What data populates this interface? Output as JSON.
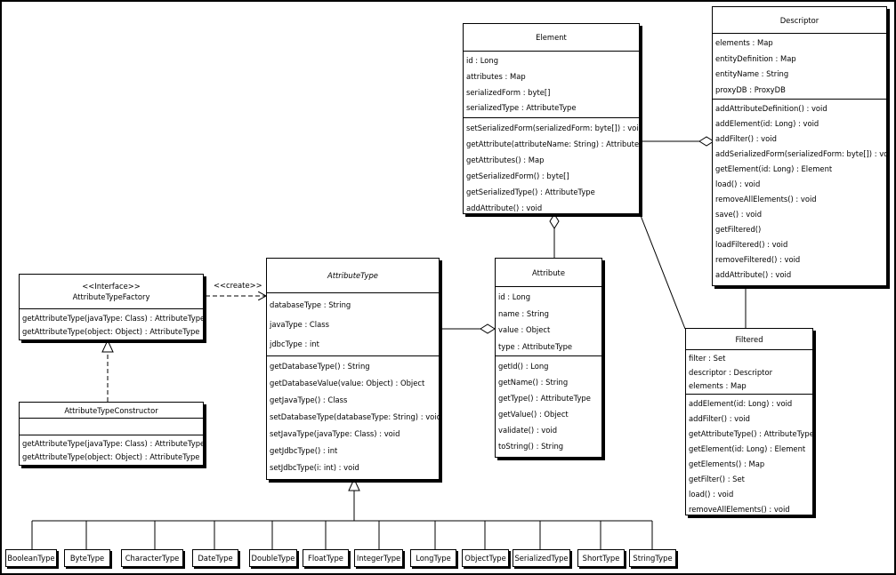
{
  "element": {
    "name": "Element",
    "attributes": [
      "id : Long",
      "attributes : Map",
      "serializedForm : byte[]",
      "serializedType : AttributeType"
    ],
    "operations": [
      "setSerializedForm(serializedForm: byte[]) : void",
      "getAttribute(attributeName: String) : Attribute",
      "getAttributes() : Map",
      "getSerializedForm() : byte[]",
      "getSerializedType() : AttributeType",
      "addAttribute() : void"
    ]
  },
  "descriptor": {
    "name": "Descriptor",
    "attributes": [
      "elements : Map",
      "entityDefinition : Map",
      "entityName : String",
      "proxyDB : ProxyDB"
    ],
    "operations": [
      "addAttributeDefinition() : void",
      "addElement(id: Long) : void",
      "addFilter() : void",
      "addSerializedForm(serializedForm: byte[]) : void",
      "getElement(id: Long) : Element",
      "load() : void",
      "removeAllElements() : void",
      "save() : void",
      "getFiltered()",
      "loadFiltered() : void",
      "removeFiltered() : void",
      "addAttribute() : void"
    ]
  },
  "attribute": {
    "name": "Attribute",
    "attributes": [
      "id : Long",
      "name : String",
      "value : Object",
      "type : AttributeType"
    ],
    "operations": [
      "getId() : Long",
      "getName() : String",
      "getType() : AttributeType",
      "getValue() : Object",
      "validate() : void",
      "toString() : String"
    ]
  },
  "attribute_type": {
    "name": "AttributeType",
    "attributes": [
      "databaseType : String",
      "javaType : Class",
      "jdbcType : int"
    ],
    "operations": [
      "getDatabaseType() : String",
      "getDatabaseValue(value: Object) : Object",
      "getJavaType() : Class",
      "setDatabaseType(databaseType: String) : void",
      "setJavaType(javaType: Class) : void",
      "getJdbcType() : int",
      "setJdbcType(i: int) : void"
    ]
  },
  "factory": {
    "stereotype": "<<Interface>>",
    "name": "AttributeTypeFactory",
    "operations": [
      "getAttributeType(javaType: Class) : AttributeType",
      "getAttributeType(object: Object) : AttributeType"
    ]
  },
  "constructor": {
    "name": "AttributeTypeConstructor",
    "operations": [
      "getAttributeType(javaType: Class) : AttributeType",
      "getAttributeType(object: Object) : AttributeType"
    ]
  },
  "filtered": {
    "name": "Filtered",
    "attributes": [
      "filter : Set",
      "descriptor : Descriptor",
      "elements : Map"
    ],
    "operations": [
      "addElement(id: Long) : void",
      "addFilter() : void",
      "getAttributeType() : AttributeType",
      "getElement(id: Long) : Element",
      "getElements() : Map",
      "getFilter() : Set",
      "load() : void",
      "removeAllElements() : void"
    ]
  },
  "create_label": "<<create>>",
  "subtypes": [
    "BooleanType",
    "ByteType",
    "CharacterType",
    "DateType",
    "DoubleType",
    "FloatType",
    "IntegerType",
    "LongType",
    "ObjectType",
    "SerializedType",
    "ShortType",
    "StringType"
  ]
}
